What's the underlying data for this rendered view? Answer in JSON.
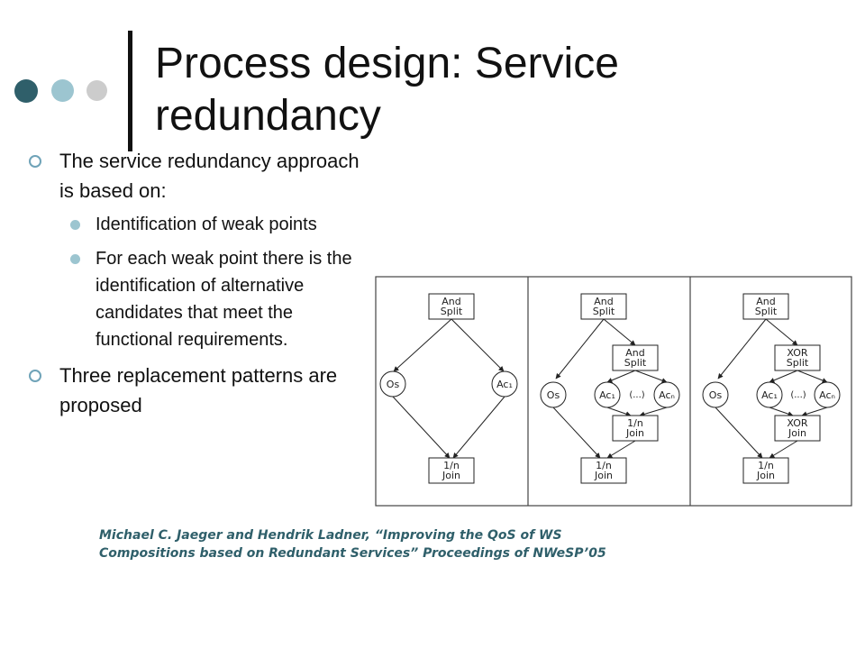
{
  "title": "Process design: Service redundancy",
  "colors": {
    "accent_dark": "#2f5f6a",
    "accent_light": "#9cc5d0",
    "accent_grey": "#cccccc",
    "bullet_ring": "#6fa3b8"
  },
  "bullets": [
    {
      "text": "The service redundancy approach is based on:",
      "children": [
        {
          "text": "Identification of weak points"
        },
        {
          "text": "For each weak point there is the identification of alternative candidates that meet the functional requirements."
        }
      ]
    },
    {
      "text": "Three replacement patterns are proposed",
      "children": []
    }
  ],
  "diagram": {
    "patterns": [
      {
        "nodes": {
          "and_split": "And\nSplit",
          "os": "Os",
          "ac1": "Ac₁",
          "join": "1/n\nJoin"
        }
      },
      {
        "nodes": {
          "and_split": "And\nSplit",
          "inner_split": "And\nSplit",
          "os": "Os",
          "ac1": "Ac₁",
          "ellipsis": "(...)",
          "acn": "Acₙ",
          "inner_join": "1/n\nJoin",
          "join": "1/n\nJoin"
        }
      },
      {
        "nodes": {
          "and_split": "And\nSplit",
          "inner_split": "XOR\nSplit",
          "os": "Os",
          "ac1": "Ac₁",
          "ellipsis": "(...)",
          "acn": "Acₙ",
          "inner_join": "XOR\nJoin",
          "join": "1/n\nJoin"
        }
      }
    ]
  },
  "citation": {
    "line1": "Michael C. Jaeger and Hendrik Ladner, “Improving the QoS of WS",
    "line2": "Compositions based on Redundant Services” Proceedings of NWeSP’05"
  }
}
